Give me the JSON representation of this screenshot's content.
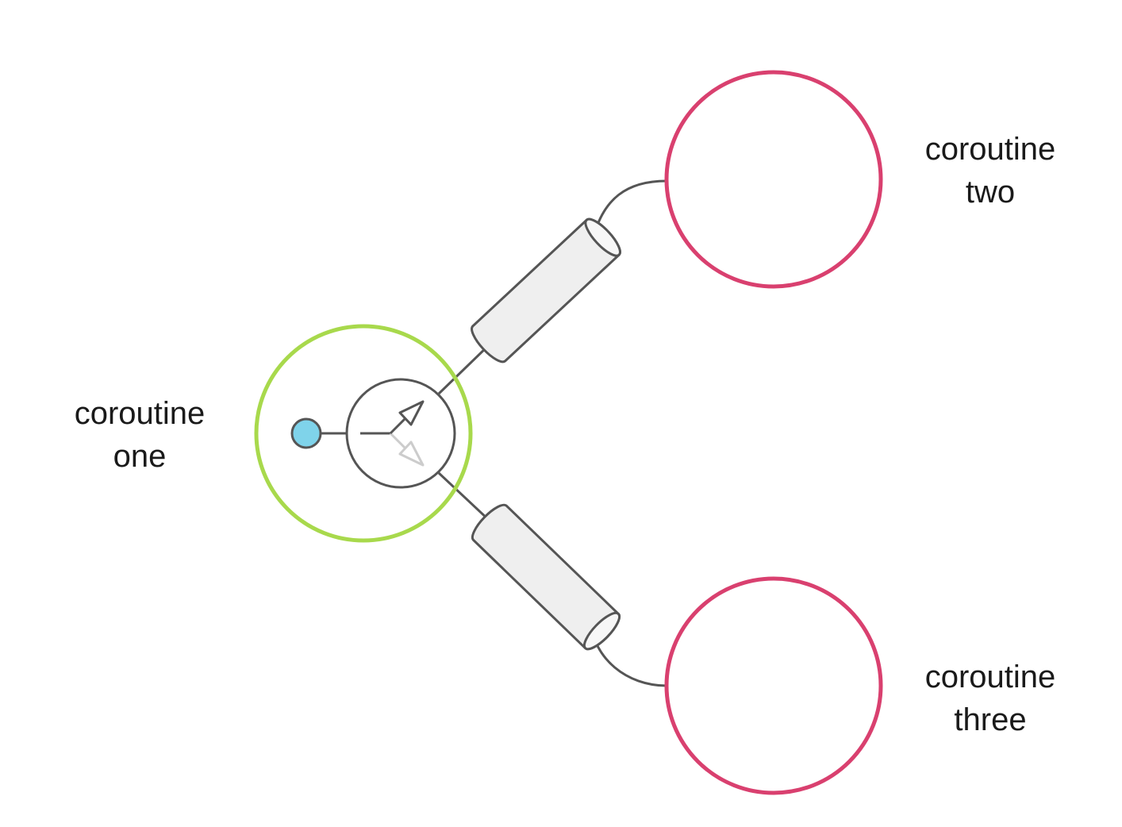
{
  "labels": {
    "one": {
      "line1": "coroutine",
      "line2": "one"
    },
    "two": {
      "line1": "coroutine",
      "line2": "two"
    },
    "three": {
      "line1": "coroutine",
      "line2": "three"
    }
  },
  "colors": {
    "coroutine_one_ring": "#a8d94c",
    "coroutine_other_ring": "#d9406f",
    "dot": "#7fd3ea",
    "stroke": "#555555",
    "channel_fill": "#efefef",
    "inactive_arrow": "#cccccc"
  },
  "icons": {
    "switch": "select-switch-icon",
    "dot": "input-dot-icon",
    "channel": "channel-pipe-icon"
  }
}
